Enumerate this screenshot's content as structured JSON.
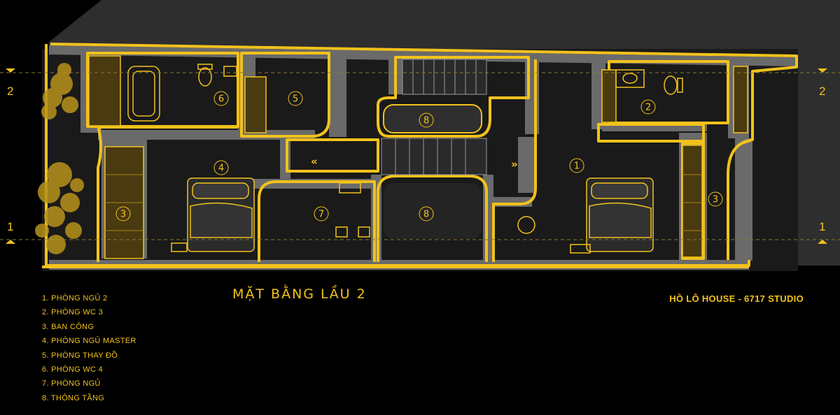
{
  "plan": {
    "title": "MẶT BẰNG LẦU 2",
    "credit": "HỒ LÔ HOUSE  -  6717 STUDIO",
    "accent_color": "#f2c21c",
    "wall_color": "#6a6a6a",
    "floor_color": "#1a1a1a",
    "background_color": "#000000",
    "roof_color": "#2e2e2e"
  },
  "legend": [
    "1. PHÒNG NGỦ 2",
    "2. PHÒNG WC 3",
    "3. BAN CÔNG",
    "4. PHÒNG NGỦ MASTER",
    "5. PHÒNG THAY ĐỒ",
    "6. PHÒNG WC 4",
    "7. PHÒNG NGỦ",
    "8. THÔNG TẦNG"
  ],
  "room_tags": [
    "6",
    "5",
    "8",
    "2",
    "4",
    "1",
    "3",
    "7",
    "8",
    "3"
  ],
  "axis_labels": {
    "left_top": "2",
    "right_top": "2",
    "left_bottom": "1",
    "right_bottom": "1"
  },
  "stair_arrows": {
    "left": "«",
    "right": "»"
  },
  "icons": [
    "tree-foliage-icon",
    "bed-icon",
    "bathtub-icon",
    "toilet-icon",
    "sink-icon",
    "chair-icon",
    "stair-icon"
  ]
}
